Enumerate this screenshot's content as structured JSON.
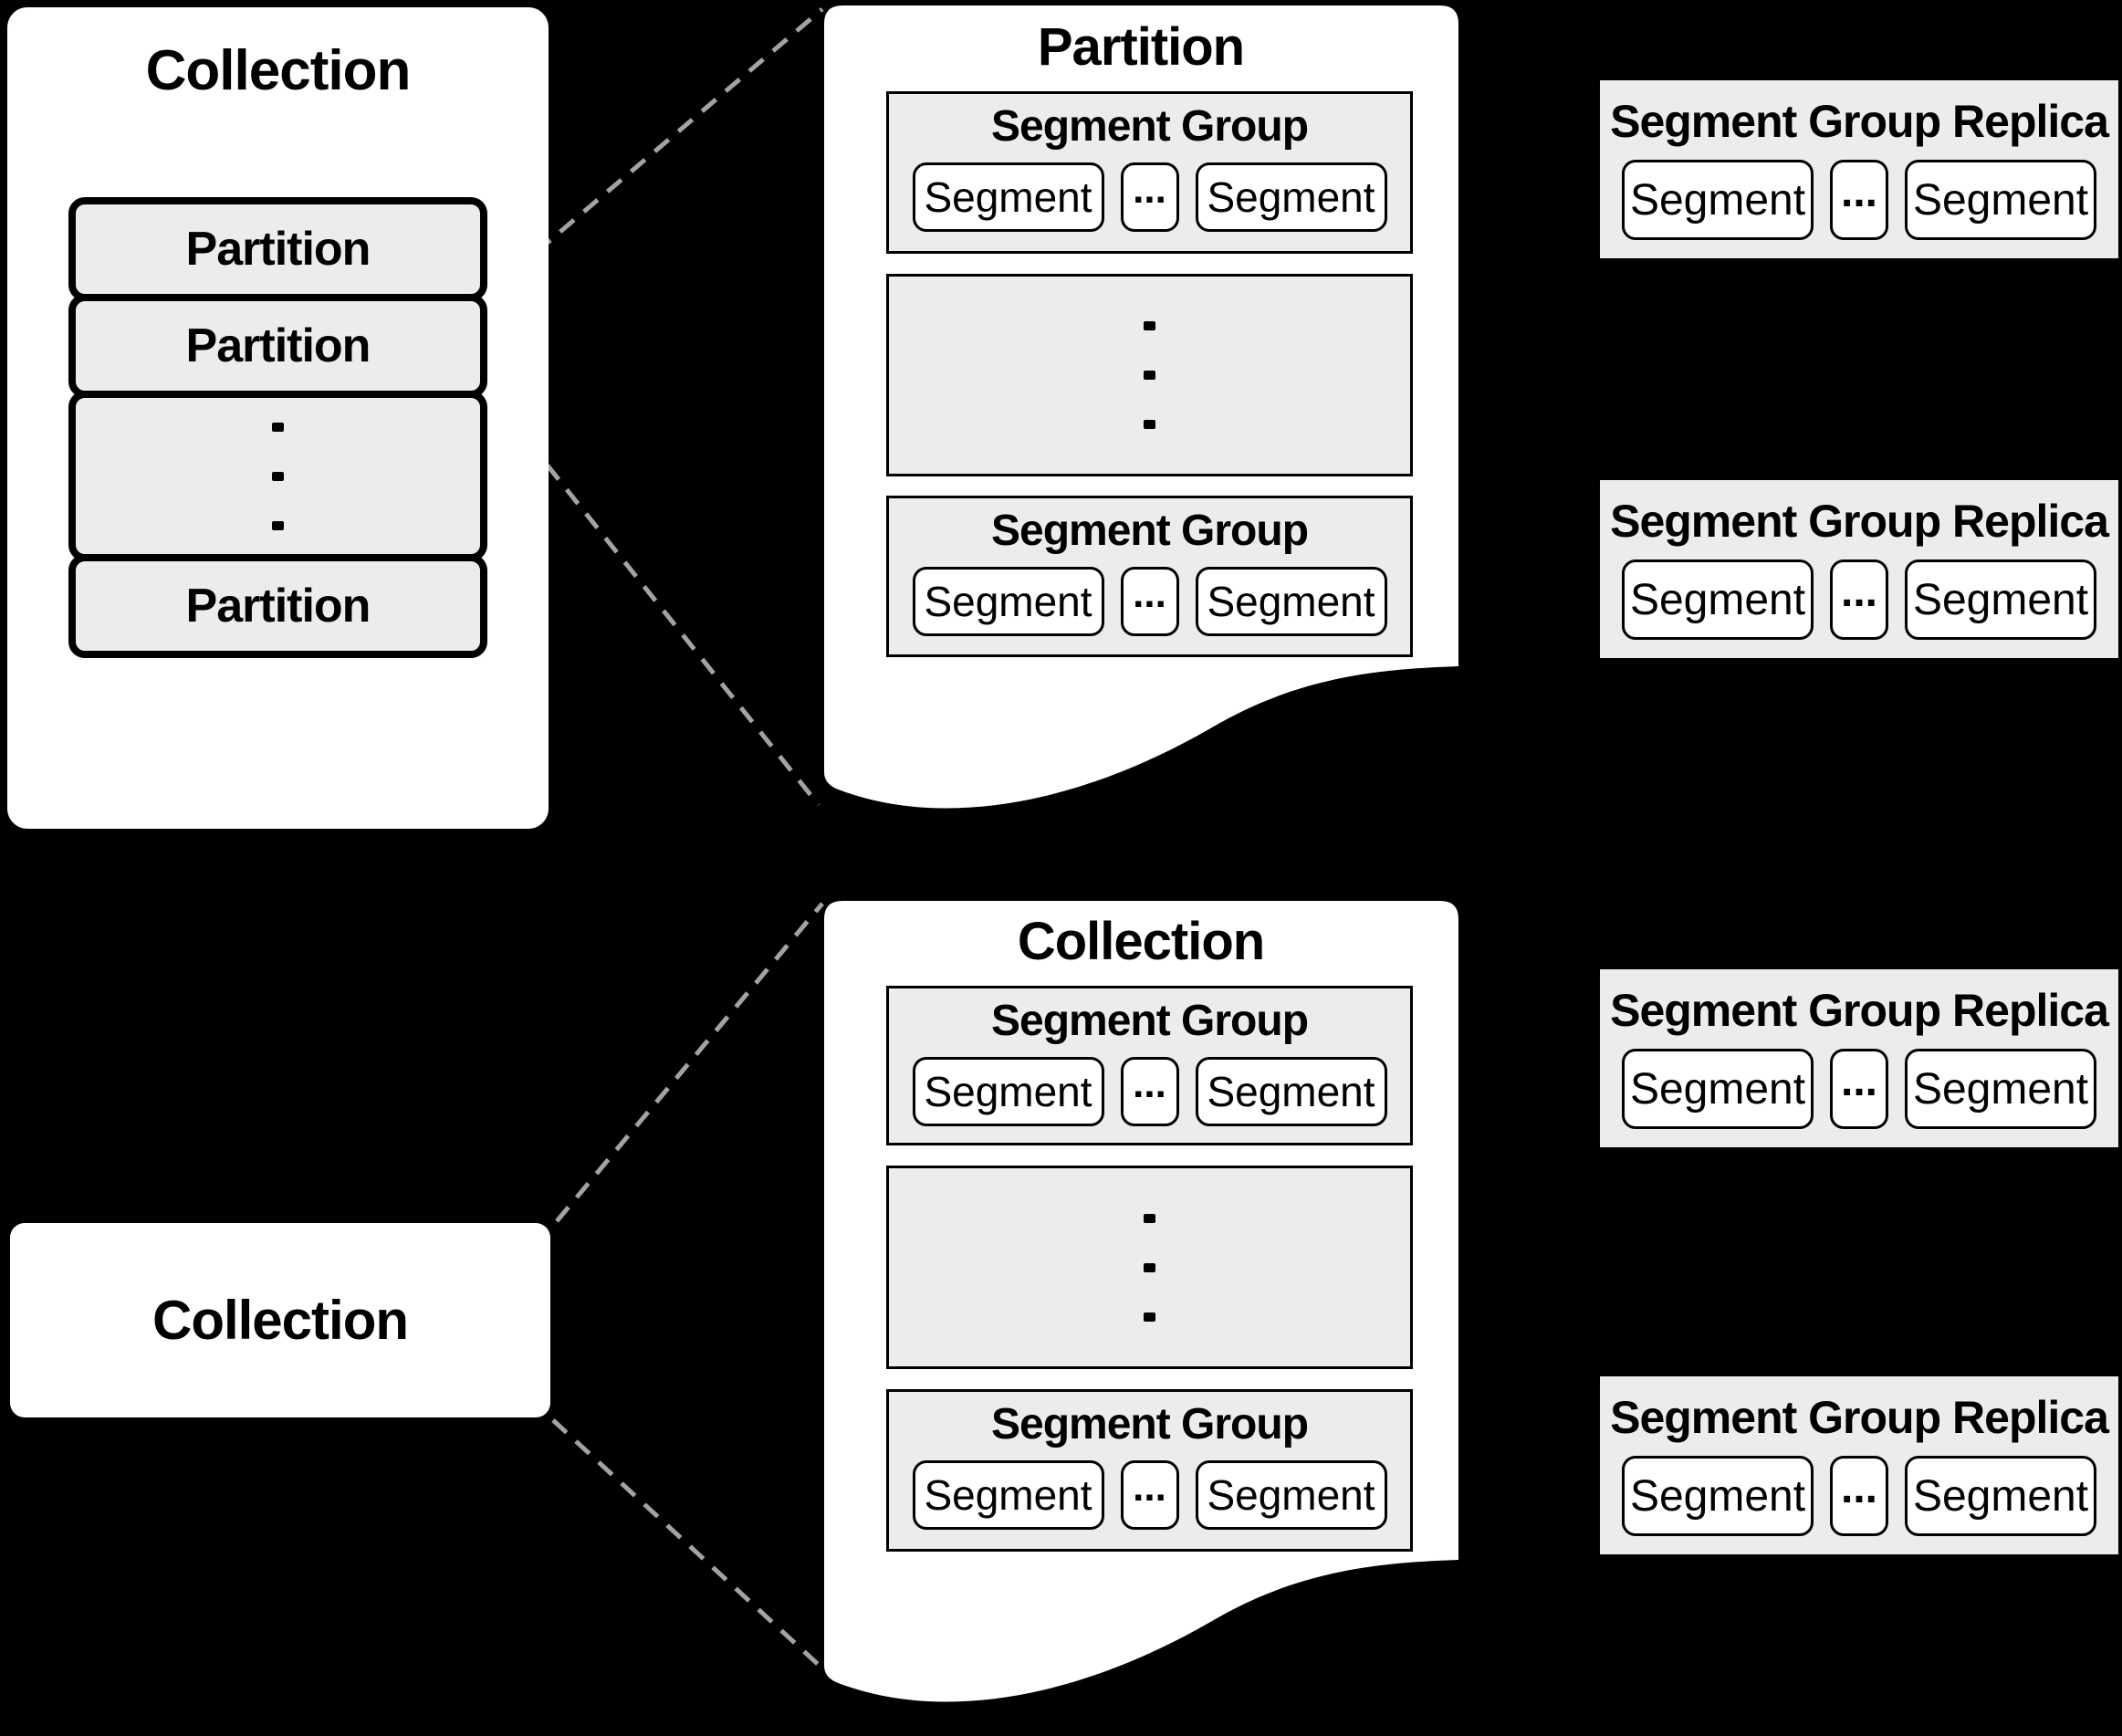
{
  "palette": {
    "background": "#000000",
    "page_fill": "#ffffff",
    "group_fill": "#ececec",
    "border": "#000000",
    "dashed_line": "#a3a3a3",
    "text": "#000000"
  },
  "left_panel": {
    "title": "Collection",
    "partitions": [
      "Partition",
      "Partition",
      "Partition"
    ]
  },
  "partition_page": {
    "title": "Partition",
    "groups": [
      {
        "title": "Segment Group",
        "segments": [
          "Segment",
          "Segment"
        ],
        "ellipsis": "..."
      },
      {
        "title": "Segment Group",
        "segments": [
          "Segment",
          "Segment"
        ],
        "ellipsis": "..."
      }
    ]
  },
  "collection_page": {
    "title": "Collection",
    "groups": [
      {
        "title": "Segment Group",
        "segments": [
          "Segment",
          "Segment"
        ],
        "ellipsis": "..."
      },
      {
        "title": "Segment Group",
        "segments": [
          "Segment",
          "Segment"
        ],
        "ellipsis": "..."
      }
    ]
  },
  "collection_node": {
    "label": "Collection"
  },
  "replicas": [
    {
      "title": "Segment Group Replica",
      "segments": [
        "Segment",
        "Segment"
      ],
      "ellipsis": "..."
    },
    {
      "title": "Segment Group Replica",
      "segments": [
        "Segment",
        "Segment"
      ],
      "ellipsis": "..."
    },
    {
      "title": "Segment Group Replica",
      "segments": [
        "Segment",
        "Segment"
      ],
      "ellipsis": "..."
    },
    {
      "title": "Segment Group Replica",
      "segments": [
        "Segment",
        "Segment"
      ],
      "ellipsis": "..."
    }
  ]
}
